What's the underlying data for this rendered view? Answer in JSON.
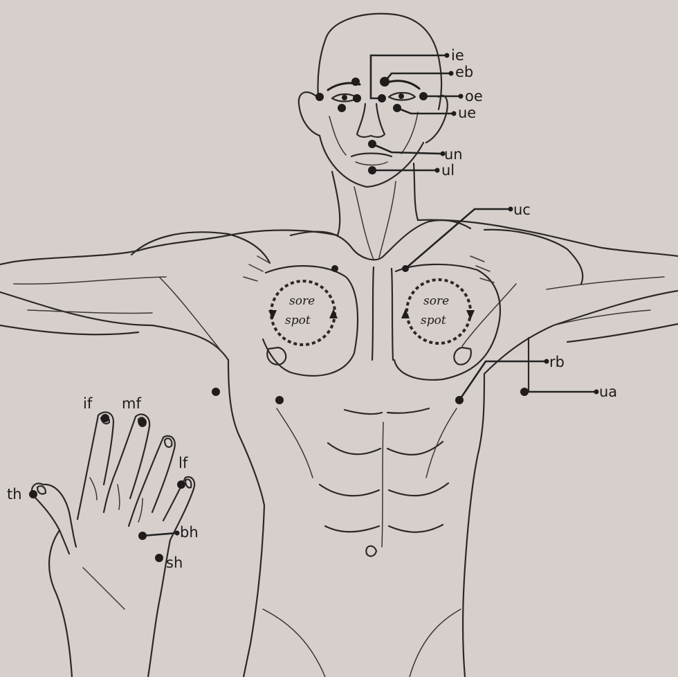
{
  "points": {
    "ie": "ie",
    "eb": "eb",
    "oe": "oe",
    "ue": "ue",
    "un": "un",
    "ul": "ul",
    "uc": "uc",
    "rb": "rb",
    "ua": "ua",
    "if": "if",
    "mf": "mf",
    "lf": "lf",
    "th": "th",
    "bh": "bh",
    "sh": "sh"
  },
  "sore_spot": {
    "line1": "sore",
    "line2": "spot"
  },
  "colors": {
    "paper": "#d6cfcc",
    "ink": "#1f1c1b"
  }
}
